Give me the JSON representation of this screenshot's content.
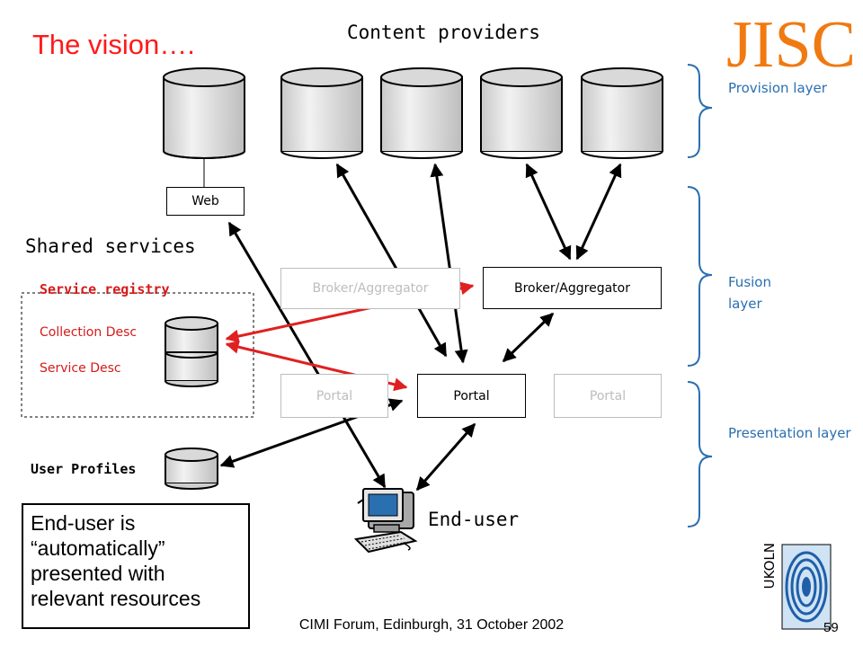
{
  "slide": {
    "title": "The vision….",
    "content_providers": "Content providers",
    "shared_services": "Shared services",
    "end_user_label": "End-user",
    "note": "End-user is “automatically” presented with relevant resources",
    "footer": "CIMI Forum, Edinburgh, 31 October 2002",
    "page_number": "59",
    "logo_text": "JISC",
    "ukoln_letters": "UKOLN"
  },
  "layers": {
    "provision": "Provision layer",
    "fusion": "Fusion layer",
    "presentation": "Presentation layer"
  },
  "boxes": {
    "web": "Web",
    "broker_faded": "Broker/Aggregator",
    "broker": "Broker/Aggregator",
    "portal_left": "Portal",
    "portal_center": "Portal",
    "portal_right": "Portal"
  },
  "registry": {
    "title": "Service registry",
    "collection_desc": "Collection Desc",
    "service_desc": "Service Desc",
    "user_profiles": "User Profiles"
  },
  "colors": {
    "title": "#ff1a1a",
    "layer_text": "#2a6fb0",
    "red_arrows": "#e02020",
    "logo": "#f07a10",
    "faded": "#bdbdbd"
  }
}
